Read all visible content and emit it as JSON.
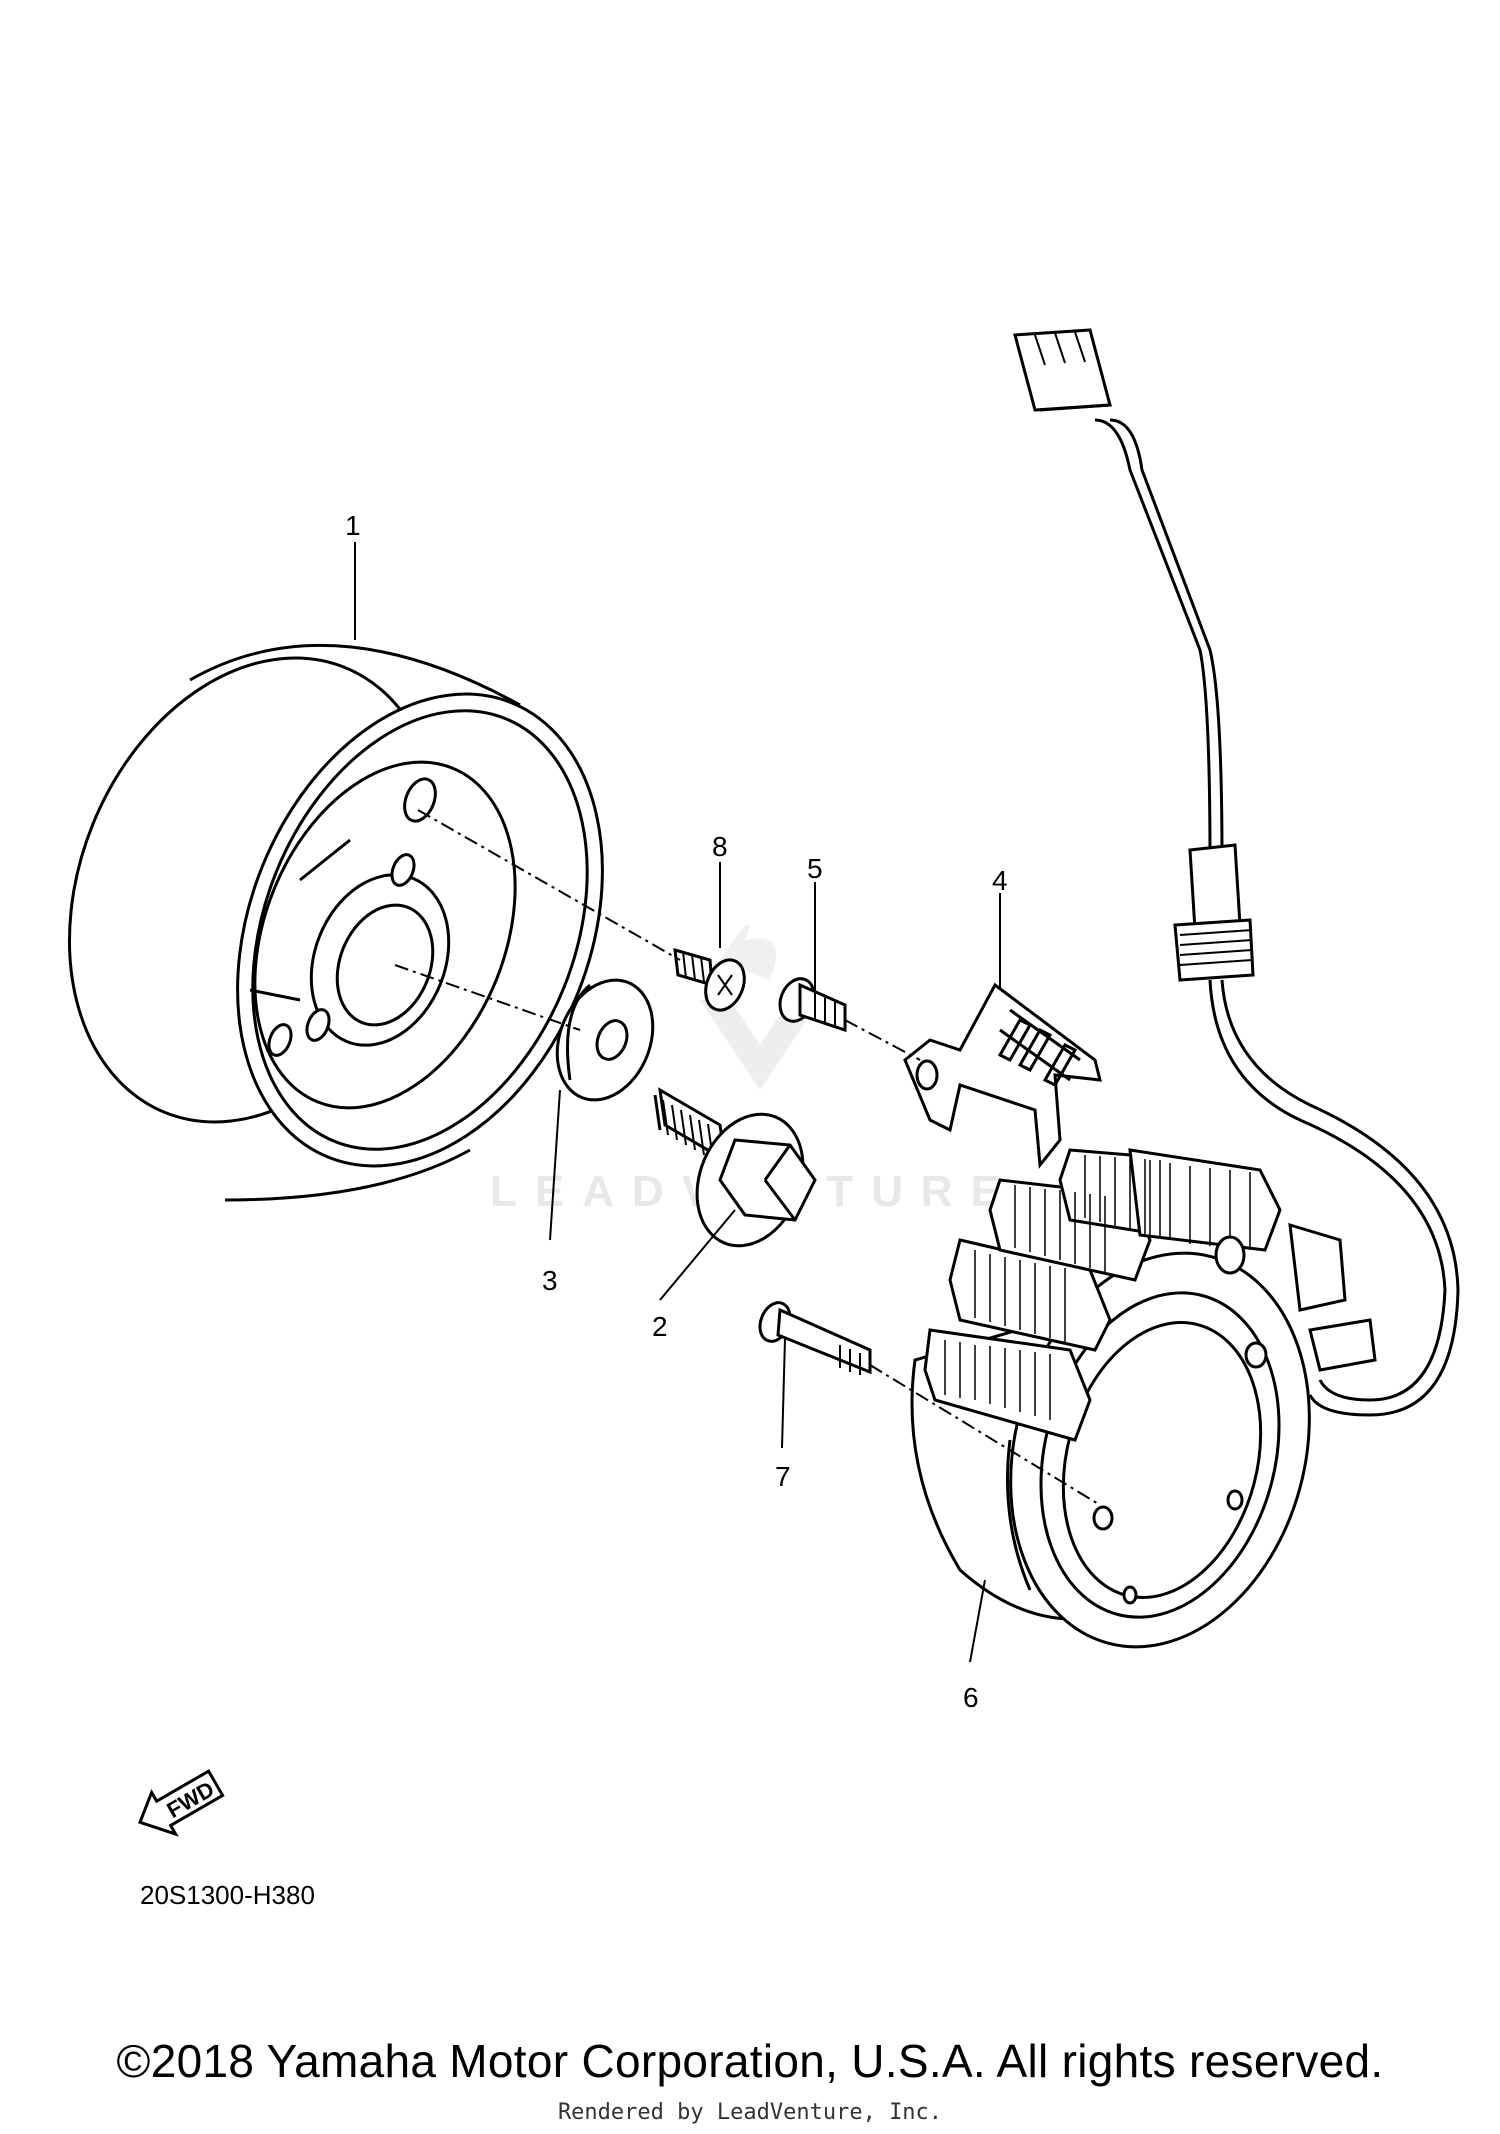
{
  "callouts": [
    {
      "id": "1",
      "label": "1"
    },
    {
      "id": "2",
      "label": "2"
    },
    {
      "id": "3",
      "label": "3"
    },
    {
      "id": "4",
      "label": "4"
    },
    {
      "id": "5",
      "label": "5"
    },
    {
      "id": "6",
      "label": "6"
    },
    {
      "id": "7",
      "label": "7"
    },
    {
      "id": "8",
      "label": "8"
    }
  ],
  "direction_badge": "FWD",
  "diagram_code": "20S1300-H380",
  "watermark": "LEADVENTURE",
  "copyright": "©2018 Yamaha Motor Corporation, U.S.A. All rights reserved.",
  "rendered_by": "Rendered by LeadVenture, Inc."
}
